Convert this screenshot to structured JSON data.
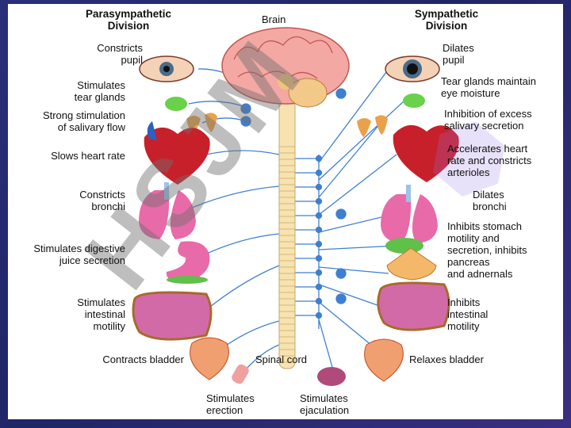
{
  "headers": {
    "parasympathetic": "Parasympathetic\nDivision",
    "sympathetic": "Sympathetic\nDivision"
  },
  "center": {
    "brain": "Brain",
    "spinal_cord": "Spinal cord"
  },
  "parasympathetic_effects": [
    "Constricts\npupil",
    "Stimulates\ntear glands",
    "Strong stimulation\nof salivary flow",
    "Slows heart rate",
    "Constricts\nbronchi",
    "Stimulates digestive\njuice secretion",
    "Stimulates\nintestinal\nmotility",
    "Contracts bladder"
  ],
  "sympathetic_effects": [
    "Dilates\npupil",
    "Tear glands maintain\neye moisture",
    "Inhibition of excess\nsalivary secretion",
    "Accelerates heart\nrate and constricts\narterioles",
    "Dilates\nbronchi",
    "Inhibits stomach\nmotility and\nsecretion, inhibits\npancreas\nand adnernals",
    "Inhibits\nintestinal\nmotility",
    "Relaxes bladder"
  ],
  "reproductive": {
    "erection": "Stimulates\nerection",
    "ejaculation": "Stimulates\nejaculation"
  },
  "colors": {
    "nerve": "#3f7fd0",
    "spine": "#f7e3b0",
    "organ_pink": "#e86aa8",
    "heart_red": "#c8202a",
    "gland_orange": "#e9a24a",
    "background": "#262c70"
  }
}
